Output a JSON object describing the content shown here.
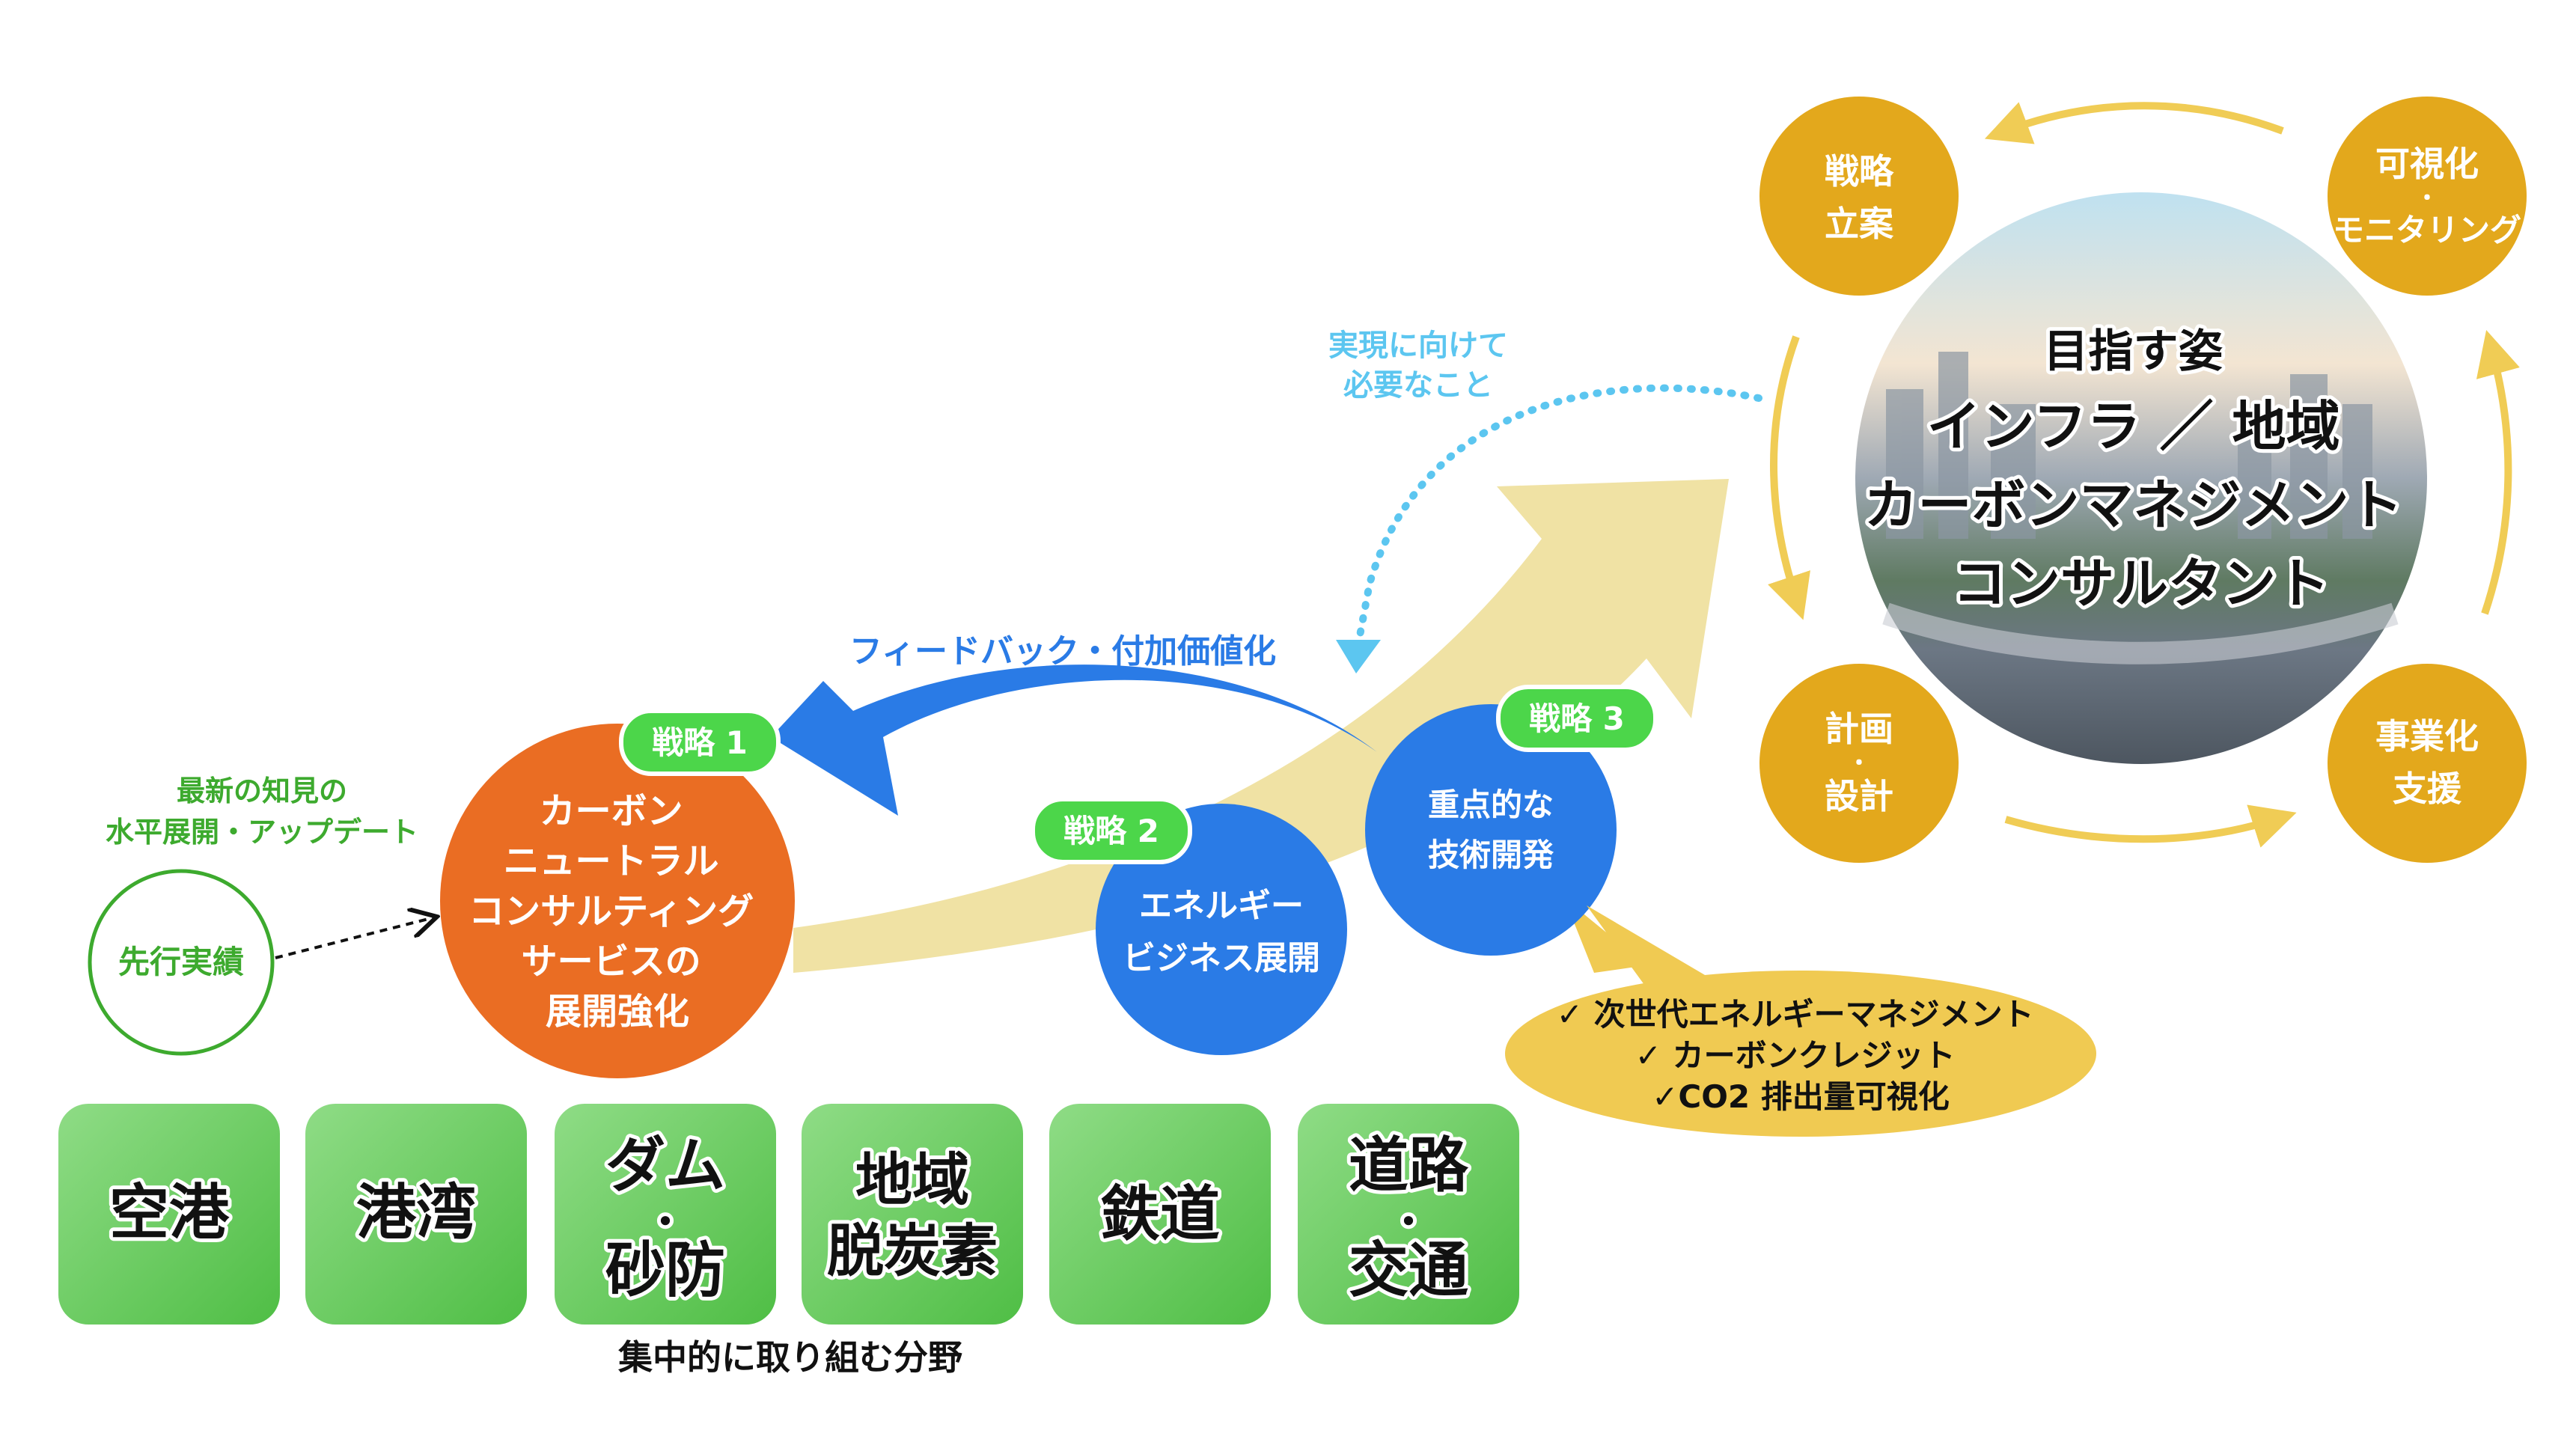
{
  "cycle": {
    "nodes": [
      {
        "lines": [
          "戦略",
          "立案"
        ]
      },
      {
        "lines": [
          "可視化",
          "・",
          "モニタリング"
        ]
      },
      {
        "lines": [
          "計画",
          "・",
          "設計"
        ]
      },
      {
        "lines": [
          "事業化",
          "支援"
        ]
      }
    ],
    "center": {
      "lines": [
        "目指す姿",
        "インフラ ／ 地域",
        "カーボンマネジメント",
        "コンサルタント"
      ]
    }
  },
  "realization_label": [
    "実現に向けて",
    "必要なこと"
  ],
  "feedback_label": "フィードバック・付加価値化",
  "strategy1": {
    "badge": "戦略 1",
    "lines": [
      "カーボン",
      "ニュートラル",
      "コンサルティング",
      "サービスの",
      "展開強化"
    ]
  },
  "strategy2": {
    "badge": "戦略 2",
    "lines": [
      "エネルギー",
      "ビジネス展開"
    ]
  },
  "strategy3": {
    "badge": "戦略 3",
    "lines": [
      "重点的な",
      "技術開発"
    ]
  },
  "prior_results": "先行実績",
  "knowledge_label": [
    "最新の知見の",
    "水平展開・アップデート"
  ],
  "bubble": [
    "✓ 次世代エネルギーマネジメント",
    "✓ カーボンクレジット",
    "✓CO2 排出量可視化"
  ],
  "fields": {
    "tiles": [
      {
        "lines": [
          "空港"
        ]
      },
      {
        "lines": [
          "港湾"
        ]
      },
      {
        "lines": [
          "ダム",
          "・",
          "砂防"
        ]
      },
      {
        "lines": [
          "地域",
          "脱炭素"
        ]
      },
      {
        "lines": [
          "鉄道"
        ]
      },
      {
        "lines": [
          "道路",
          "・",
          "交通"
        ]
      }
    ],
    "caption": "集中的に取り組む分野"
  },
  "colors": {
    "orange": "#ea6d23",
    "blue": "#2a7be6",
    "gold": "#e3a81c",
    "green": "#4cd64a",
    "beige": "#f0e2a4",
    "lightblue": "#5cc6f0",
    "bubble": "#f0ca52"
  }
}
